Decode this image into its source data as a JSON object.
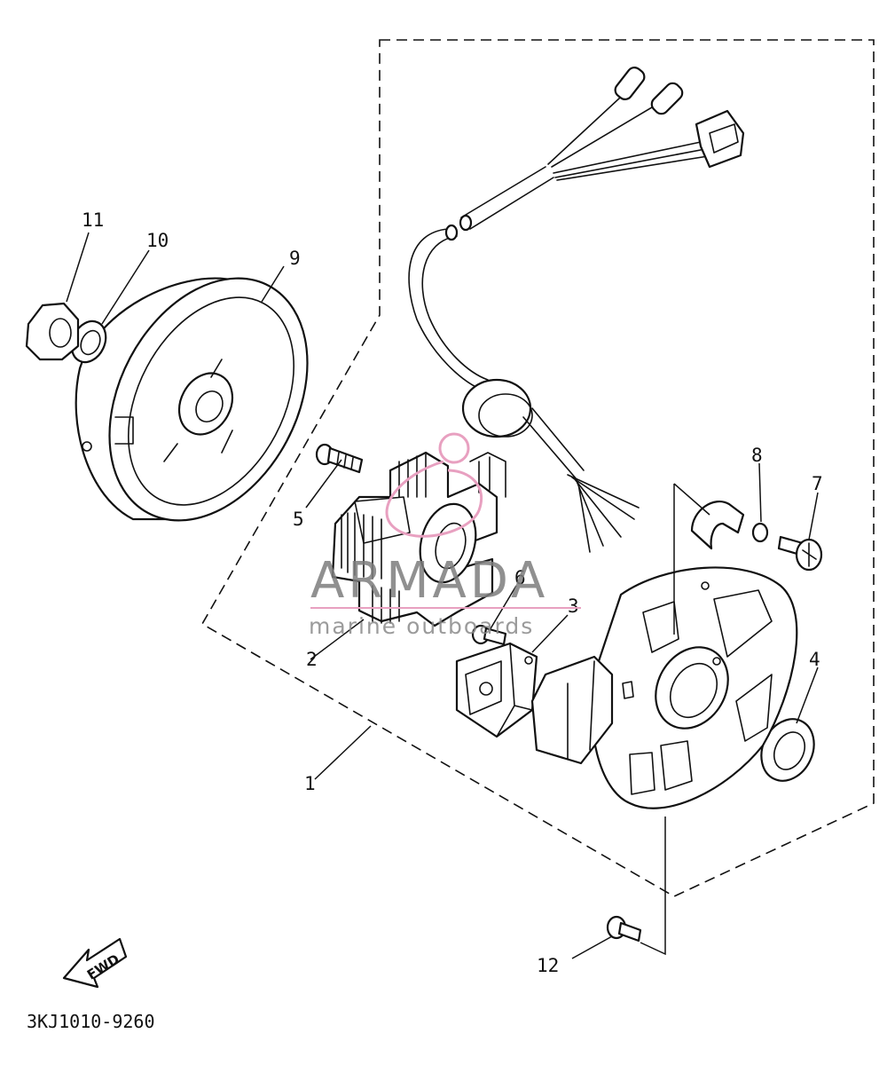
{
  "diagram": {
    "callouts": {
      "c1": "1",
      "c2": "2",
      "c3": "3",
      "c4": "4",
      "c5": "5",
      "c6": "6",
      "c7": "7",
      "c8": "8",
      "c9": "9",
      "c10": "10",
      "c11": "11",
      "c12": "12"
    },
    "forward_label": "FWD",
    "part_code": "3KJ1010-9260"
  },
  "watermark": {
    "brand": "ARMADA",
    "tagline": "marine outboards",
    "accent_color": "#e8a0c0"
  }
}
